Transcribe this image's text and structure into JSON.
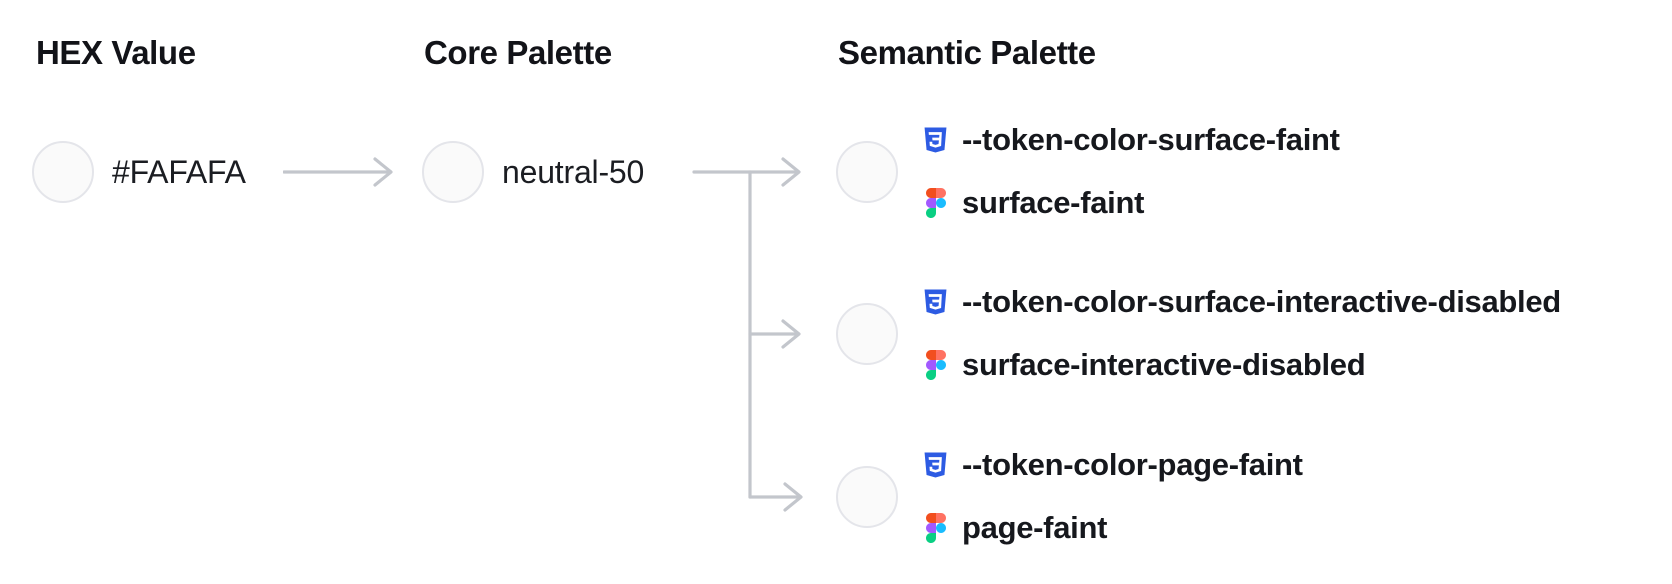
{
  "columns": {
    "hex": {
      "title": "HEX Value",
      "label": "#FAFAFA",
      "swatch_color": "#FAFAFA"
    },
    "core": {
      "title": "Core Palette",
      "label": "neutral-50",
      "swatch_color": "#FAFAFA"
    },
    "semantic": {
      "title": "Semantic Palette",
      "tokens": [
        {
          "css_variable": "--token-color-surface-faint",
          "figma_token": "surface-faint",
          "swatch_color": "#FAFAFA"
        },
        {
          "css_variable": "--token-color-surface-interactive-disabled",
          "figma_token": "surface-interactive-disabled",
          "swatch_color": "#FAFAFA"
        },
        {
          "css_variable": "--token-color-page-faint",
          "figma_token": "page-faint",
          "swatch_color": "#FAFAFA"
        }
      ]
    }
  },
  "style_tokens": {
    "connector_color": "#C3C6CC",
    "swatch_border_color": "#E4E5EA",
    "heading_color": "#121318",
    "text_color": "#16181D",
    "css_badge_blue": "#2D5BE3",
    "figma_colors": [
      "#F24E1E",
      "#FF7262",
      "#A259FF",
      "#1ABCFE",
      "#0ACF83"
    ]
  }
}
